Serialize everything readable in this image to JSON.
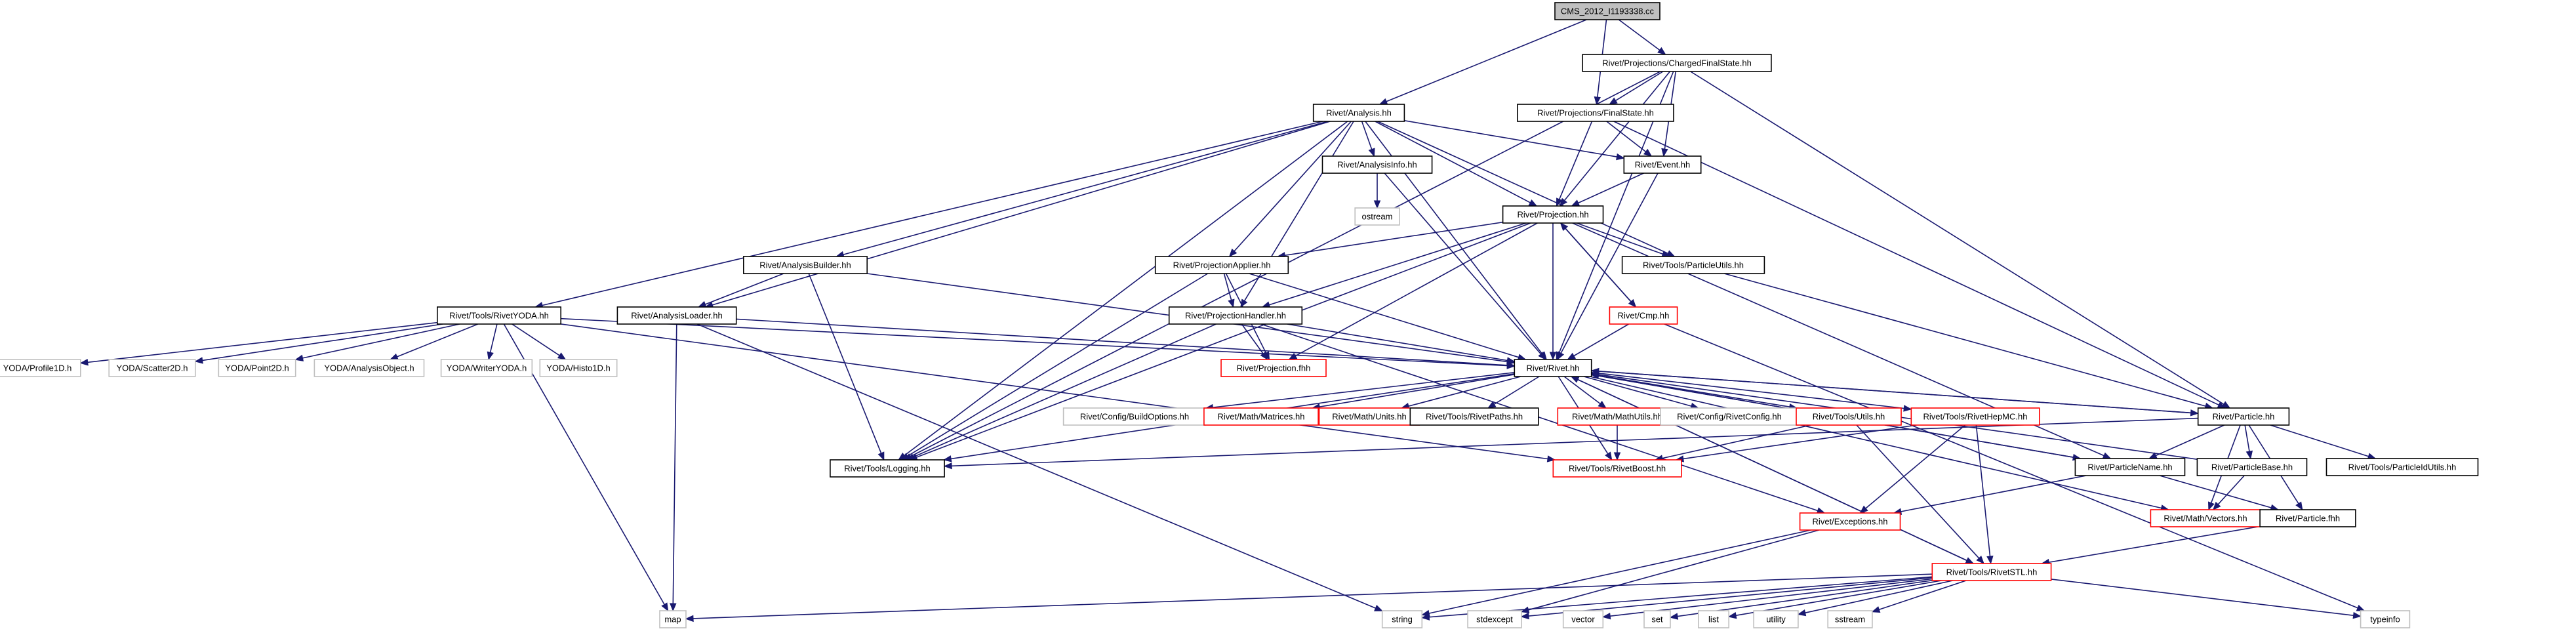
{
  "graph": {
    "nodes": [
      {
        "id": "root",
        "label": "CMS_2012_I1193338.cc",
        "style": "root"
      },
      {
        "id": "cfs",
        "label": "Rivet/Projections/ChargedFinalState.hh",
        "style": "normal"
      },
      {
        "id": "analysis",
        "label": "Rivet/Analysis.hh",
        "style": "normal"
      },
      {
        "id": "fs",
        "label": "Rivet/Projections/FinalState.hh",
        "style": "normal"
      },
      {
        "id": "event",
        "label": "Rivet/Event.hh",
        "style": "normal"
      },
      {
        "id": "ainfo",
        "label": "Rivet/AnalysisInfo.hh",
        "style": "normal"
      },
      {
        "id": "ostream",
        "label": "ostream",
        "style": "grey"
      },
      {
        "id": "projection",
        "label": "Rivet/Projection.hh",
        "style": "normal"
      },
      {
        "id": "abuilder",
        "label": "Rivet/AnalysisBuilder.hh",
        "style": "normal"
      },
      {
        "id": "papplier",
        "label": "Rivet/ProjectionApplier.hh",
        "style": "normal"
      },
      {
        "id": "putils",
        "label": "Rivet/Tools/ParticleUtils.hh",
        "style": "normal"
      },
      {
        "id": "ryoda",
        "label": "Rivet/Tools/RivetYODA.hh",
        "style": "normal"
      },
      {
        "id": "aloader",
        "label": "Rivet/AnalysisLoader.hh",
        "style": "normal"
      },
      {
        "id": "phandler",
        "label": "Rivet/ProjectionHandler.hh",
        "style": "normal"
      },
      {
        "id": "cmp",
        "label": "Rivet/Cmp.hh",
        "style": "red"
      },
      {
        "id": "rivet",
        "label": "Rivet/Rivet.hh",
        "style": "normal"
      },
      {
        "id": "pfhh",
        "label": "Rivet/Projection.fhh",
        "style": "red"
      },
      {
        "id": "yp1",
        "label": "YODA/Profile1D.h",
        "style": "grey"
      },
      {
        "id": "ys2",
        "label": "YODA/Scatter2D.h",
        "style": "grey"
      },
      {
        "id": "yp2",
        "label": "YODA/Point2D.h",
        "style": "grey"
      },
      {
        "id": "yao",
        "label": "YODA/AnalysisObject.h",
        "style": "grey"
      },
      {
        "id": "ywy",
        "label": "YODA/WriterYODA.h",
        "style": "grey"
      },
      {
        "id": "yh1",
        "label": "YODA/Histo1D.h",
        "style": "grey"
      },
      {
        "id": "buildopt",
        "label": "Rivet/Config/BuildOptions.hh",
        "style": "grey"
      },
      {
        "id": "matrices",
        "label": "Rivet/Math/Matrices.hh",
        "style": "red"
      },
      {
        "id": "units",
        "label": "Rivet/Math/Units.hh",
        "style": "red"
      },
      {
        "id": "rpaths",
        "label": "Rivet/Tools/RivetPaths.hh",
        "style": "normal"
      },
      {
        "id": "mathutils",
        "label": "Rivet/Math/MathUtils.hh",
        "style": "red"
      },
      {
        "id": "rconfig",
        "label": "Rivet/Config/RivetConfig.hh",
        "style": "grey"
      },
      {
        "id": "tutils",
        "label": "Rivet/Tools/Utils.hh",
        "style": "red"
      },
      {
        "id": "rhepmc",
        "label": "Rivet/Tools/RivetHepMC.hh",
        "style": "red"
      },
      {
        "id": "particle",
        "label": "Rivet/Particle.hh",
        "style": "normal"
      },
      {
        "id": "pidutils",
        "label": "Rivet/Tools/ParticleIdUtils.hh",
        "style": "normal"
      },
      {
        "id": "logging",
        "label": "Rivet/Tools/Logging.hh",
        "style": "normal"
      },
      {
        "id": "rboost",
        "label": "Rivet/Tools/RivetBoost.hh",
        "style": "red"
      },
      {
        "id": "pname",
        "label": "Rivet/ParticleName.hh",
        "style": "normal"
      },
      {
        "id": "pbase",
        "label": "Rivet/ParticleBase.hh",
        "style": "normal"
      },
      {
        "id": "vectors",
        "label": "Rivet/Math/Vectors.hh",
        "style": "red"
      },
      {
        "id": "pfwd",
        "label": "Rivet/Particle.fhh",
        "style": "normal"
      },
      {
        "id": "exceptions",
        "label": "Rivet/Exceptions.hh",
        "style": "red"
      },
      {
        "id": "rstl",
        "label": "Rivet/Tools/RivetSTL.hh",
        "style": "red"
      },
      {
        "id": "map",
        "label": "map",
        "style": "grey"
      },
      {
        "id": "string",
        "label": "string",
        "style": "grey"
      },
      {
        "id": "stdexcept",
        "label": "stdexcept",
        "style": "grey"
      },
      {
        "id": "vector",
        "label": "vector",
        "style": "grey"
      },
      {
        "id": "set",
        "label": "set",
        "style": "grey"
      },
      {
        "id": "list",
        "label": "list",
        "style": "grey"
      },
      {
        "id": "utility",
        "label": "utility",
        "style": "grey"
      },
      {
        "id": "sstream",
        "label": "sstream",
        "style": "grey"
      },
      {
        "id": "typeinfo",
        "label": "typeinfo",
        "style": "grey"
      }
    ],
    "edges": [
      [
        "root",
        "cfs"
      ],
      [
        "root",
        "analysis"
      ],
      [
        "root",
        "fs"
      ],
      [
        "cfs",
        "fs"
      ],
      [
        "cfs",
        "event"
      ],
      [
        "cfs",
        "projection"
      ],
      [
        "cfs",
        "rivet"
      ],
      [
        "cfs",
        "particle"
      ],
      [
        "cfs",
        "logging"
      ],
      [
        "analysis",
        "event"
      ],
      [
        "analysis",
        "ainfo"
      ],
      [
        "analysis",
        "projection"
      ],
      [
        "analysis",
        "abuilder"
      ],
      [
        "analysis",
        "papplier"
      ],
      [
        "analysis",
        "putils"
      ],
      [
        "analysis",
        "ryoda"
      ],
      [
        "analysis",
        "aloader"
      ],
      [
        "analysis",
        "phandler"
      ],
      [
        "analysis",
        "rivet"
      ],
      [
        "analysis",
        "logging"
      ],
      [
        "fs",
        "event"
      ],
      [
        "fs",
        "projection"
      ],
      [
        "fs",
        "particle"
      ],
      [
        "event",
        "projection"
      ],
      [
        "event",
        "rivet"
      ],
      [
        "ainfo",
        "ostream"
      ],
      [
        "ainfo",
        "rivet"
      ],
      [
        "projection",
        "papplier"
      ],
      [
        "projection",
        "putils"
      ],
      [
        "projection",
        "phandler"
      ],
      [
        "projection",
        "cmp"
      ],
      [
        "projection",
        "rivet"
      ],
      [
        "projection",
        "pfhh"
      ],
      [
        "projection",
        "logging"
      ],
      [
        "projection",
        "pname"
      ],
      [
        "abuilder",
        "aloader"
      ],
      [
        "abuilder",
        "rivet"
      ],
      [
        "abuilder",
        "logging"
      ],
      [
        "papplier",
        "phandler"
      ],
      [
        "papplier",
        "pfhh"
      ],
      [
        "papplier",
        "rivet"
      ],
      [
        "papplier",
        "logging"
      ],
      [
        "putils",
        "particle"
      ],
      [
        "ryoda",
        "yp1"
      ],
      [
        "ryoda",
        "ys2"
      ],
      [
        "ryoda",
        "yp2"
      ],
      [
        "ryoda",
        "yao"
      ],
      [
        "ryoda",
        "ywy"
      ],
      [
        "ryoda",
        "yh1"
      ],
      [
        "ryoda",
        "rivet"
      ],
      [
        "ryoda",
        "map"
      ],
      [
        "ryoda",
        "rboost"
      ],
      [
        "aloader",
        "rivet"
      ],
      [
        "aloader",
        "map"
      ],
      [
        "aloader",
        "string"
      ],
      [
        "phandler",
        "rivet"
      ],
      [
        "phandler",
        "pfhh"
      ],
      [
        "phandler",
        "logging"
      ],
      [
        "phandler",
        "exceptions"
      ],
      [
        "cmp",
        "projection"
      ],
      [
        "cmp",
        "rivet"
      ],
      [
        "cmp",
        "typeinfo"
      ],
      [
        "rivet",
        "buildopt"
      ],
      [
        "rivet",
        "matrices"
      ],
      [
        "rivet",
        "units"
      ],
      [
        "rivet",
        "rpaths"
      ],
      [
        "rivet",
        "mathutils"
      ],
      [
        "rivet",
        "rconfig"
      ],
      [
        "rivet",
        "tutils"
      ],
      [
        "rivet",
        "rhepmc"
      ],
      [
        "rivet",
        "particle"
      ],
      [
        "rivet",
        "logging"
      ],
      [
        "rivet",
        "rboost"
      ],
      [
        "rivet",
        "pname"
      ],
      [
        "rivet",
        "vectors"
      ],
      [
        "rivet",
        "rstl"
      ],
      [
        "mathutils",
        "rboost"
      ],
      [
        "tutils",
        "rboost"
      ],
      [
        "tutils",
        "rstl"
      ],
      [
        "rhepmc",
        "rboost"
      ],
      [
        "rhepmc",
        "exceptions"
      ],
      [
        "rhepmc",
        "rstl"
      ],
      [
        "particle",
        "pidutils"
      ],
      [
        "particle",
        "pname"
      ],
      [
        "particle",
        "pbase"
      ],
      [
        "particle",
        "vectors"
      ],
      [
        "particle",
        "pfwd"
      ],
      [
        "particle",
        "logging"
      ],
      [
        "particle",
        "rivet"
      ],
      [
        "pname",
        "exceptions"
      ],
      [
        "pname",
        "pfwd"
      ],
      [
        "pname",
        "rivet"
      ],
      [
        "pbase",
        "vectors"
      ],
      [
        "pbase",
        "rivet"
      ],
      [
        "pfwd",
        "rstl"
      ],
      [
        "exceptions",
        "string"
      ],
      [
        "exceptions",
        "stdexcept"
      ],
      [
        "rstl",
        "map"
      ],
      [
        "rstl",
        "string"
      ],
      [
        "rstl",
        "stdexcept"
      ],
      [
        "rstl",
        "vector"
      ],
      [
        "rstl",
        "set"
      ],
      [
        "rstl",
        "list"
      ],
      [
        "rstl",
        "utility"
      ],
      [
        "rstl",
        "sstream"
      ],
      [
        "rstl",
        "typeinfo"
      ],
      [
        "rstl",
        "rivet"
      ]
    ]
  }
}
